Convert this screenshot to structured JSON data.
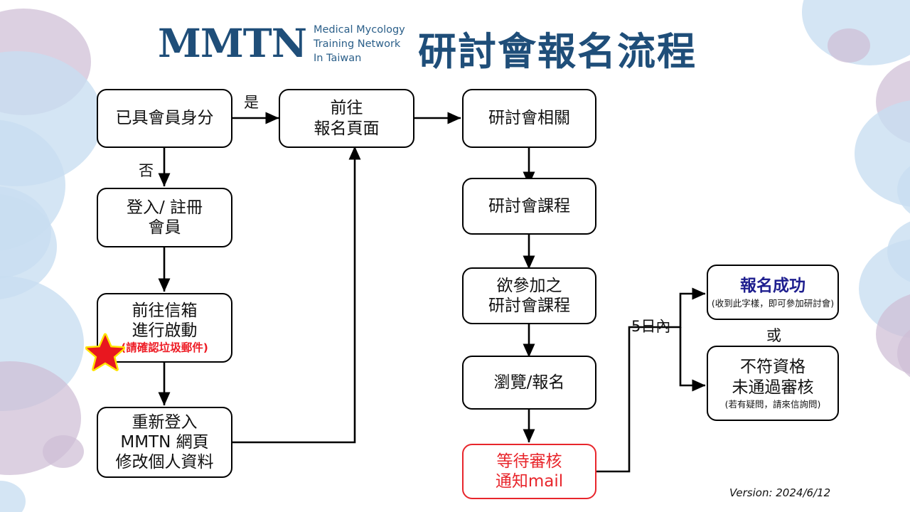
{
  "header": {
    "logo_mark": "MMTN",
    "logo_subtitle_line1": "Medical Mycology",
    "logo_subtitle_line2": "Training Network",
    "logo_subtitle_line3": "In Taiwan",
    "title": "研討會報名流程",
    "brand_color": "#1f4e79"
  },
  "footer": {
    "version": "Version: 2024/6/12"
  },
  "colors": {
    "brand_blue": "#1f4e79",
    "alert_red": "#e8262c",
    "note_red": "#ee1c25",
    "success_blue": "#1f1f8f",
    "node_border": "#000000",
    "blob_blue": "#c8def1",
    "blob_purple": "#cfbed6",
    "star_fill": "#e8171f",
    "star_glow": "#ffe400"
  },
  "nodes": [
    {
      "id": "member-status",
      "line1": "已具會員身分"
    },
    {
      "id": "login-register",
      "line1": "登入/ 註冊",
      "line2": "會員"
    },
    {
      "id": "activate-mailbox",
      "line1": "前往信箱",
      "line2": "進行啟動",
      "note": "(請確認垃圾郵件)"
    },
    {
      "id": "relogin-edit",
      "line1": "重新登入",
      "line2": "MMTN 網頁",
      "line3": "修改個人資料"
    },
    {
      "id": "go-signup-page",
      "line1": "前往",
      "line2": "報名頁面"
    },
    {
      "id": "seminar-info",
      "line1": "研討會相關"
    },
    {
      "id": "seminar-courses",
      "line1": "研討會課程"
    },
    {
      "id": "desired-courses",
      "line1": "欲參加之",
      "line2": "研討會課程"
    },
    {
      "id": "browse-signup",
      "line1": "瀏覽/報名"
    },
    {
      "id": "await-review",
      "line1": "等待審核",
      "line2": "通知mail"
    },
    {
      "id": "signup-success",
      "headline": "報名成功",
      "note": "(收到此字樣，即可參加研討會)"
    },
    {
      "id": "not-qualified",
      "line1": "不符資格",
      "line2": "未通過審核",
      "note": "(若有疑問，請來信詢問)"
    }
  ],
  "edge_labels": {
    "yes": "是",
    "no": "否",
    "within_5_days": "5日內",
    "or": "或"
  }
}
